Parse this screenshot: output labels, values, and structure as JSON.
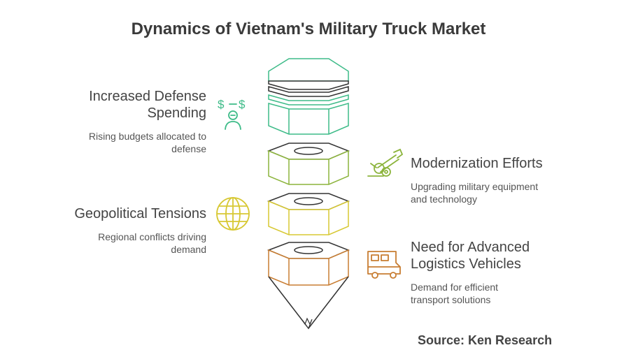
{
  "title": "Dynamics of Vietnam's Military Truck Market",
  "colors": {
    "green": "#3dbb88",
    "lime": "#8cb43c",
    "yellow": "#d7c832",
    "orange": "#c87d32",
    "dark": "#333333"
  },
  "items": [
    {
      "heading": "Increased Defense Spending",
      "heading_lines": [
        "Increased Defense",
        "Spending"
      ],
      "description_lines": [
        "Rising budgets allocated to",
        "defense"
      ],
      "icon": "money-person-icon",
      "color": "green"
    },
    {
      "heading": "Modernization Efforts",
      "heading_lines": [
        "Modernization Efforts"
      ],
      "description_lines": [
        "Upgrading military equipment",
        "and technology"
      ],
      "icon": "artillery-cannon-icon",
      "color": "lime"
    },
    {
      "heading": "Geopolitical Tensions",
      "heading_lines": [
        "Geopolitical Tensions"
      ],
      "description_lines": [
        "Regional conflicts driving",
        "demand"
      ],
      "icon": "globe-icon",
      "color": "yellow"
    },
    {
      "heading": "Need for Advanced Logistics Vehicles",
      "heading_lines": [
        "Need for Advanced",
        "Logistics Vehicles"
      ],
      "description_lines": [
        "Demand for efficient",
        "transport solutions"
      ],
      "icon": "truck-icon",
      "color": "orange"
    }
  ],
  "source": "Source: Ken Research"
}
